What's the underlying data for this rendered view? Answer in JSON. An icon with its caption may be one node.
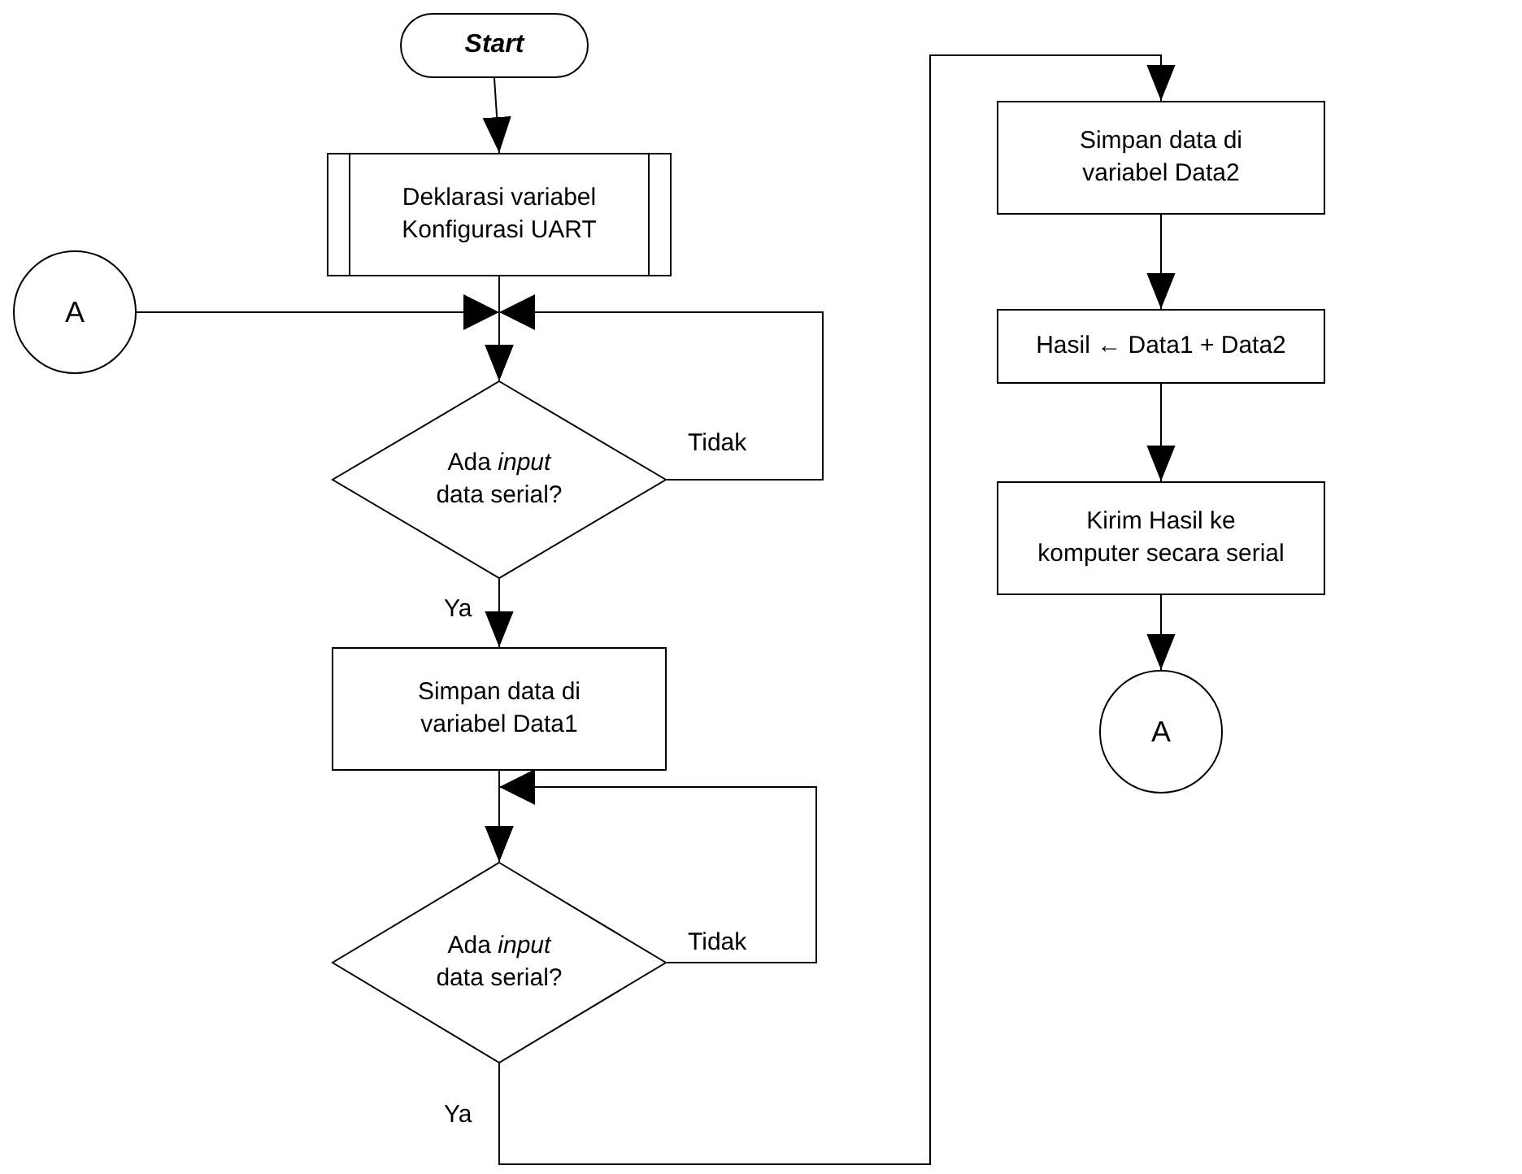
{
  "diagram": {
    "nodes": [
      {
        "text": [
          "Start"
        ]
      },
      {
        "text": [
          "Deklarasi variabel Konfigurasi UART"
        ]
      },
      {
        "text": [
          "A"
        ]
      },
      {
        "text": [
          "Ada *input* data serial?"
        ]
      },
      {
        "text": [
          "Simpan data di variabel Data1"
        ]
      },
      {
        "text": [
          "Ada *input* data serial?"
        ]
      },
      {
        "text": [
          "Simpan data di variabel Data2"
        ]
      },
      {
        "text": [
          "Hasil ← Data1 + Data2"
        ]
      },
      {
        "text": [
          "Kirim Hasil ke komputer secara serial"
        ]
      },
      {
        "text": [
          "A"
        ]
      }
    ],
    "edges": [
      {
        "from": 0,
        "to": 1,
        "arrow": "to"
      },
      {
        "from": 1,
        "to": 3,
        "arrow": "to"
      },
      {
        "from": 2,
        "to": 3,
        "arrow": "to"
      },
      {
        "from": 3,
        "to": 3,
        "arrow": "to",
        "label": "Tidak"
      },
      {
        "from": 3,
        "to": 4,
        "arrow": "to",
        "label": "Ya"
      },
      {
        "from": 4,
        "to": 5,
        "arrow": "to"
      },
      {
        "from": 5,
        "to": 5,
        "arrow": "to",
        "label": "Tidak"
      },
      {
        "from": 5,
        "to": 6,
        "arrow": "to",
        "label": "Ya"
      },
      {
        "from": 6,
        "to": 7,
        "arrow": "to"
      },
      {
        "from": 7,
        "to": 8,
        "arrow": "to"
      },
      {
        "from": 8,
        "to": 9,
        "arrow": "to"
      }
    ]
  }
}
